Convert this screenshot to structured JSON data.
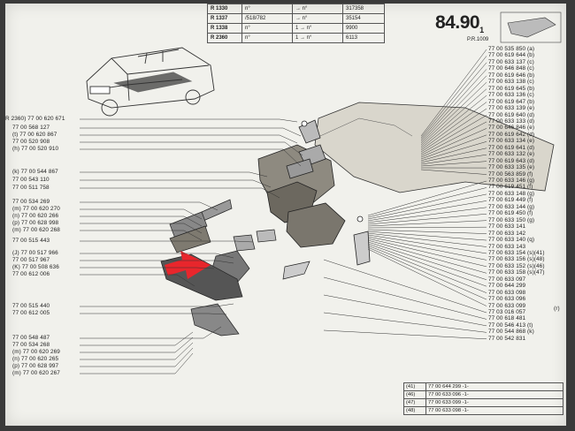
{
  "header": {
    "plate_number": "84.90",
    "plate_suffix": "1",
    "plate_sub": "P.R.1009",
    "ref_rows": [
      {
        "code": "R 1330",
        "c2": "n°",
        "c3": "→ n°",
        "c4": "317358"
      },
      {
        "code": "R 1337",
        "c2": "/518/782",
        "c3": "→ n°",
        "c4": "35154"
      },
      {
        "code": "R 1338",
        "c2": "n°",
        "c3": "1 → n°",
        "c4": "9900"
      },
      {
        "code": "R 2360",
        "c2": "n°",
        "c3": "1 → n°",
        "c4": "6113"
      }
    ]
  },
  "left_labels": [
    "R 2360) 77 00 620 671",
    "77 00 568 127",
    "(t) 77 00 620 867",
    "77 00 520 908",
    "(h) 77 00 520 910",
    "(k) 77 00 544 867",
    "77 00 543 110",
    "77 00 511 758",
    "77 00 534 269",
    "(m) 77 00 620 270",
    "(n) 77 00 620 266",
    "(p) 77 00 628 998",
    "(m) 77 00 620 268",
    "77 00 515 443",
    "(J) 77 00 517 966",
    "77 00 517 967",
    "(K) 77 00 508 636",
    "77 00 612 006",
    "77 00 515 440",
    "77 00 612 005",
    "77 00 548 487",
    "77 00 534 268",
    "(m) 77 00 620 269",
    "(n) 77 00 620 265",
    "(p) 77 00 628 997",
    "(m) 77 00 620 267"
  ],
  "right_labels": [
    "77 00 535 850 (a)",
    "77 00 619 644 (b)",
    "77 00 633 137 (c)",
    "77 00 646 848 (c)",
    "77 00 619 646 (b)",
    "77 00 633 138 (c)",
    "77 00 619 645 (b)",
    "77 00 633 136 (c)",
    "77 00 619 647 (b)",
    "77 00 633 139 (e)",
    "77 00 619 640 (d)",
    "77 00 633 133 (d)",
    "77 00 646 846 (e)",
    "77 00 619 642 (d)",
    "77 00 633 134 (e)",
    "77 00 619 641 (d)",
    "77 00 633 132 (e)",
    "77 00 619 643 (d)",
    "77 00 633 135 (e)",
    "77 00 563 859 (f)",
    "77 00 633 146 (g)",
    "77 00 619 451 (f)",
    "77 00 633 148 (g)",
    "77 00 619 449 (f)",
    "77 00 633 144 (g)",
    "77 00 619 450 (f)",
    "77 00 633 150 (g)",
    "77 00 633 141",
    "77 00 633 142",
    "77 00 633 140 (q)",
    "77 00 633 143",
    "77 00 633 154 (s)(41)",
    "77 00 633 156 (s)(48)",
    "77 00 633 152 (s)(46)",
    "77 00 633 158 (s)(47)",
    "77 00 633 097",
    "77 00 644 299",
    "77 00 633 098",
    "77 00 633 096",
    "77 00 633 099",
    "77 03 016 057",
    "77 00 618 481",
    "77 00 546 413 (t)",
    "77 00 544 868 (k)",
    "77 00 542 831"
  ],
  "right_group_letter": "(r)",
  "footnotes": [
    {
      "ref": "(41)",
      "part": "77 00 644 299 -1-"
    },
    {
      "ref": "(46)",
      "part": "77 00 633 096 -1-"
    },
    {
      "ref": "(47)",
      "part": "77 00 633 099 -1-"
    },
    {
      "ref": "(48)",
      "part": "77 00 633 098 -1-"
    }
  ],
  "colors": {
    "paper": "#f1f1ec",
    "ink": "#222222",
    "arrow": "#e8262c"
  }
}
